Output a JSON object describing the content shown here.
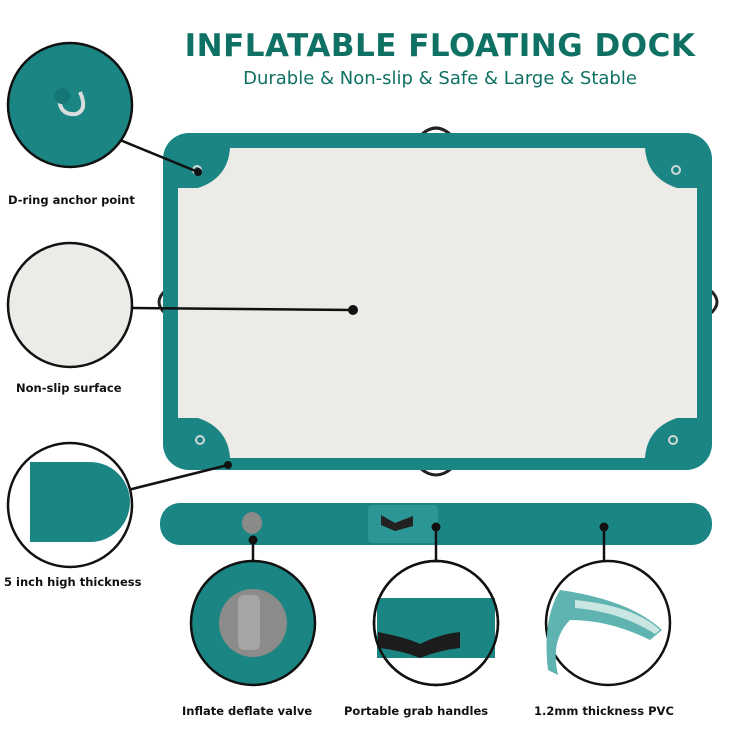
{
  "header": {
    "title": "INFLATABLE FLOATING DOCK",
    "subtitle": "Durable & Non-slip & Safe & Large & Stable"
  },
  "features": {
    "d_ring": "D-ring anchor point",
    "non_slip": "Non-slip surface",
    "thickness": "5 inch high thickness",
    "valve": "Inflate deflate valve",
    "handles": "Portable grab handles",
    "pvc": "1.2mm thickness PVC"
  },
  "colors": {
    "brand": "#0f7163",
    "teal": "#1b8584",
    "surface": "#ecebe7"
  }
}
